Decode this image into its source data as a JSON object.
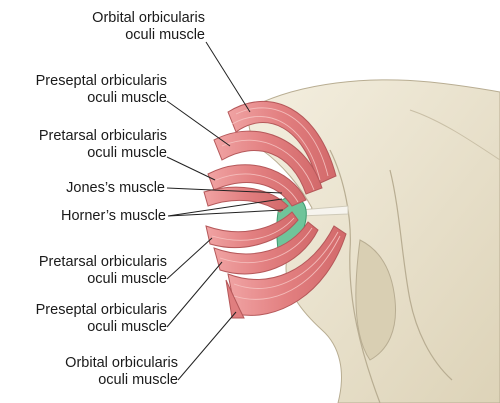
{
  "labels": {
    "orbital_top": {
      "line1": "Orbital orbicularis",
      "line2": "oculi muscle"
    },
    "preseptal_top": {
      "line1": "Preseptal orbicularis",
      "line2": "oculi muscle"
    },
    "pretarsal_top": {
      "line1": "Pretarsal orbicularis",
      "line2": "oculi muscle"
    },
    "jones": {
      "line1": "Jones’s muscle"
    },
    "horner": {
      "line1": "Horner’s muscle"
    },
    "pretarsal_bottom": {
      "line1": "Pretarsal orbicularis",
      "line2": "oculi muscle"
    },
    "preseptal_bottom": {
      "line1": "Preseptal orbicularis",
      "line2": "oculi muscle"
    },
    "orbital_bottom": {
      "line1": "Orbital orbicularis",
      "line2": "oculi muscle"
    }
  },
  "colors": {
    "muscle": "#e8898a",
    "muscle_dark": "#c9605f",
    "muscle_stripe": "#f3b3b1",
    "bone": "#ebe4cf",
    "bone_edge": "#b8ad92",
    "tendon": "#6fc49a",
    "leader": "#222222"
  }
}
